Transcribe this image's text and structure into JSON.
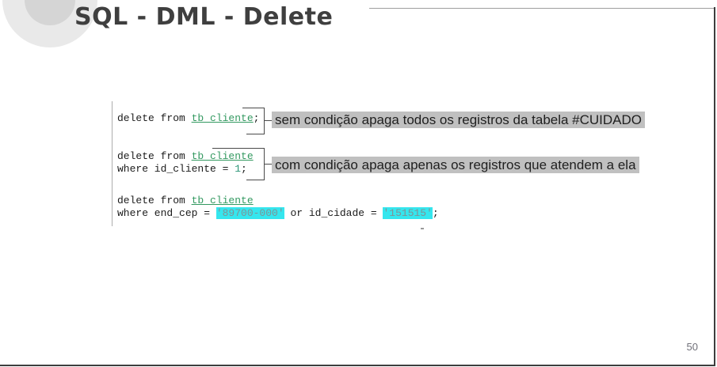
{
  "slide": {
    "title": "SQL - DML - Delete",
    "page_number": "50"
  },
  "code": {
    "block1": {
      "kw": "delete from ",
      "table": "tb_cliente",
      "semi": ";"
    },
    "block2": {
      "line1_kw": "delete from ",
      "line1_table": "tb_cliente",
      "line2_pre": "where id_cliente = ",
      "line2_num": "1",
      "line2_semi": ";"
    },
    "block3": {
      "line1_kw": "delete from ",
      "line1_table": "tb_cliente",
      "line2_pre": "where end_cep = ",
      "line2_str1": "'89700-000'",
      "line2_mid": " or id_cidade = ",
      "line2_str2": "'151515'",
      "line2_semi": ";"
    }
  },
  "annotations": {
    "no_condition": "sem condição apaga todos os registros da tabela #CUIDADO",
    "with_condition": "com condição apaga apenas os registros que atendem a ela"
  },
  "colors": {
    "title": "#3f3f3f",
    "table_green": "#339960",
    "number_teal": "#2c9577",
    "string_gray": "#7f9296",
    "cyan_highlight": "#35e6ee",
    "gray_highlight": "#c0c0c0",
    "border_dark": "#3d3d3d"
  }
}
